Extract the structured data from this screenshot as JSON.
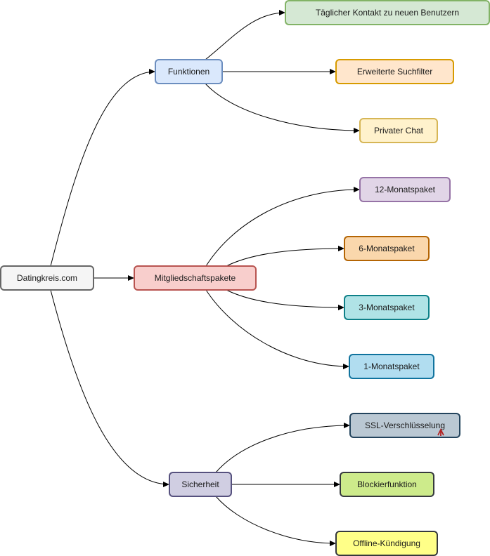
{
  "diagram": {
    "nodes": {
      "root": {
        "label": "Datingkreis.com",
        "fill": "#f5f5f5",
        "stroke": "#666666"
      },
      "features": {
        "label": "Funktionen",
        "fill": "#dae8fc",
        "stroke": "#6c8ebf"
      },
      "daily": {
        "label": "Täglicher Kontakt zu neuen Benutzern",
        "fill": "#d5e8d4",
        "stroke": "#82b366"
      },
      "filters": {
        "label": "Erweiterte Suchfilter",
        "fill": "#ffe6cc",
        "stroke": "#d79b00"
      },
      "chat": {
        "label": "Privater Chat",
        "fill": "#fff2cc",
        "stroke": "#d6b656"
      },
      "packages": {
        "label": "Mitgliedschaftspakete",
        "fill": "#f8cecc",
        "stroke": "#b85450"
      },
      "m12": {
        "label": "12-Monatspaket",
        "fill": "#e1d5e7",
        "stroke": "#9673a6"
      },
      "m6": {
        "label": "6-Monatspaket",
        "fill": "#fad7ac",
        "stroke": "#b46504"
      },
      "m3": {
        "label": "3-Monatspaket",
        "fill": "#b0e3e6",
        "stroke": "#0e8088"
      },
      "m1": {
        "label": "1-Monatspaket",
        "fill": "#b1ddf0",
        "stroke": "#10739e"
      },
      "security": {
        "label": "Sicherheit",
        "fill": "#d0cee2",
        "stroke": "#56517e"
      },
      "ssl": {
        "label": "SSL-Verschlüsselung",
        "fill": "#bac8d3",
        "stroke": "#23445d"
      },
      "block": {
        "label": "Blockierfunktion",
        "fill": "#cdeb8b",
        "stroke": "#36393d"
      },
      "offline": {
        "label": "Offline-Kündigung",
        "fill": "#ffff88",
        "stroke": "#36393d"
      }
    }
  }
}
